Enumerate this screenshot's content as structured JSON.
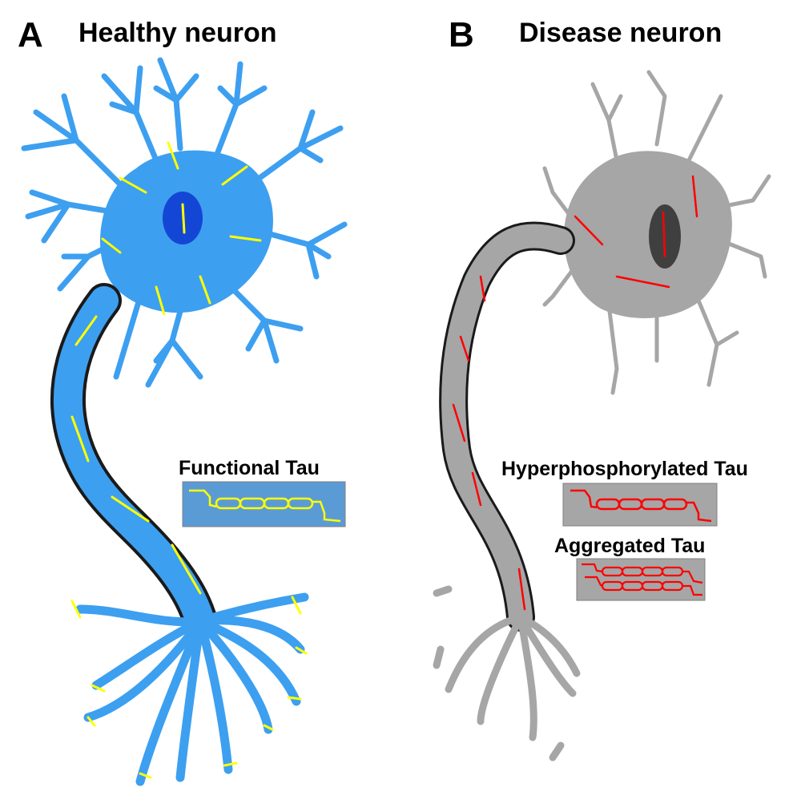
{
  "panels": [
    {
      "letter": "A",
      "title": "Healthy neuron",
      "legend": [
        {
          "label": "Functional Tau",
          "box_color": "#5b9bd5",
          "tau_color": "#ffff00"
        }
      ]
    },
    {
      "letter": "B",
      "title": "Disease neuron",
      "legend": [
        {
          "label": "Hyperphosphorylated Tau",
          "box_color": "#a6a6a6",
          "tau_color": "#ff0000"
        },
        {
          "label": "Aggregated Tau",
          "box_color": "#a6a6a6",
          "tau_color": "#ff0000"
        }
      ]
    }
  ],
  "colors": {
    "healthy_neuron": "#3d9ff0",
    "healthy_nucleus": "#1446d6",
    "disease_neuron": "#a6a6a6",
    "disease_nucleus": "#3f3f3f",
    "myelin": "#1a1a1a",
    "functional_tau": "#ffff00",
    "disease_tau": "#ff0000"
  }
}
